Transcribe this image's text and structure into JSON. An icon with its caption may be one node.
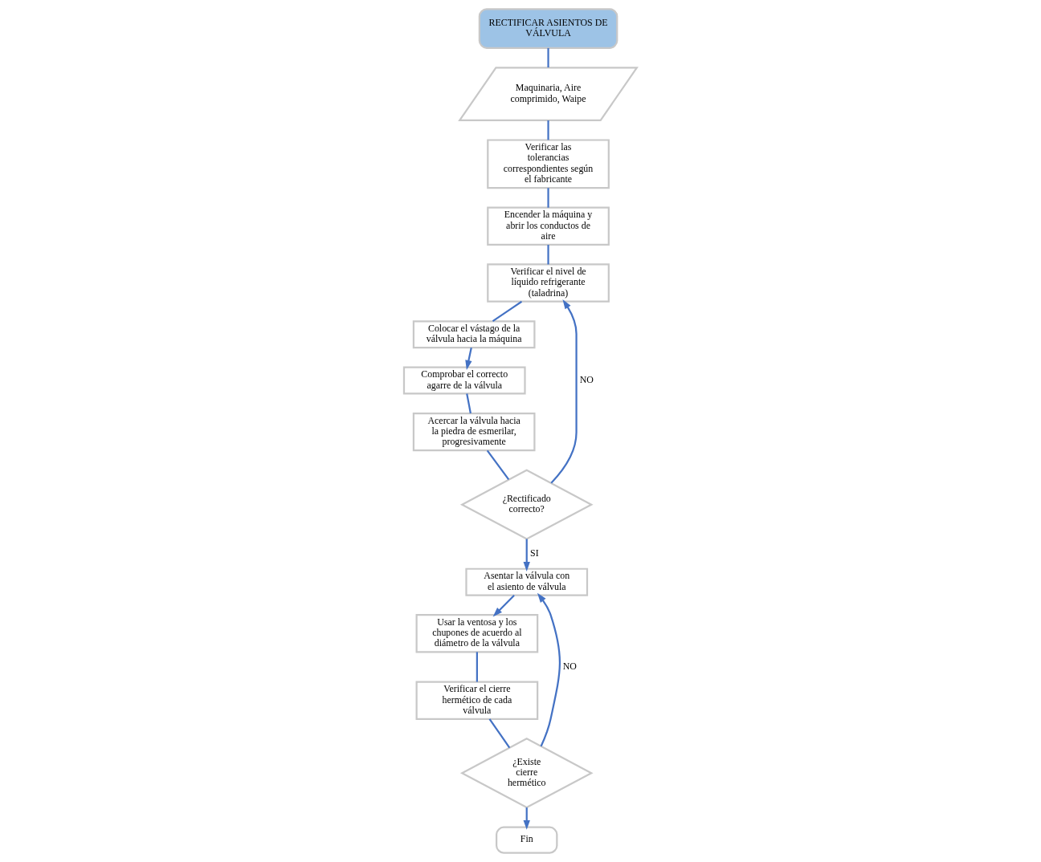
{
  "diagram": {
    "nodes": [
      {
        "text": [
          "RECTIFICAR ASIENTOS DE VÁLVULA"
        ]
      },
      {
        "text": [
          "Maquinaria, Aire comprimido, Waipe"
        ]
      },
      {
        "text": [
          "Verificar las tolerancias correspondientes según el fabricante"
        ]
      },
      {
        "text": [
          "Encender la máquina y abrir los conductos de aire"
        ]
      },
      {
        "text": [
          "Verificar el nivel de líquido refrigerante (taladrina)"
        ]
      },
      {
        "text": [
          "Colocar el vástago de la válvula hacia la máquina"
        ]
      },
      {
        "text": [
          "Comprobar el correcto agarre de la válvula"
        ]
      },
      {
        "text": [
          "Acercar la válvula hacia la piedra de esmerilar, progresivamente"
        ]
      },
      {
        "text": [
          "¿Rectificado correcto?"
        ]
      },
      {
        "text": [
          "Asentar la válvula con el asiento de válvula"
        ]
      },
      {
        "text": [
          "Usar la ventosa y los chupones de acuerdo al diámetro de la válvula"
        ]
      },
      {
        "text": [
          "Verificar el cierre hermético de cada válvula"
        ]
      },
      {
        "text": [
          "¿Existe cierre hermético"
        ]
      },
      {
        "text": [
          "Fin"
        ]
      }
    ],
    "edges": [
      {
        "from": 0,
        "to": 1,
        "arrow": "none"
      },
      {
        "from": 1,
        "to": 2,
        "arrow": "none"
      },
      {
        "from": 2,
        "to": 3,
        "arrow": "none"
      },
      {
        "from": 3,
        "to": 4,
        "arrow": "none"
      },
      {
        "from": 8,
        "to": 4,
        "arrow": "to",
        "label": "NO"
      },
      {
        "from": 4,
        "to": 5,
        "arrow": "none"
      },
      {
        "from": 5,
        "to": 6,
        "arrow": "to"
      },
      {
        "from": 6,
        "to": 7,
        "arrow": "none"
      },
      {
        "from": 7,
        "to": 8,
        "arrow": "none"
      },
      {
        "from": 8,
        "to": 9,
        "arrow": "to",
        "label": "SI"
      },
      {
        "from": 9,
        "to": 10,
        "arrow": "to"
      },
      {
        "from": 10,
        "to": 11,
        "arrow": "none"
      },
      {
        "from": 11,
        "to": 12,
        "arrow": "none"
      },
      {
        "from": 12,
        "to": 13,
        "arrow": "to"
      },
      {
        "from": 12,
        "to": 9,
        "arrow": "to",
        "label": "NO"
      }
    ]
  }
}
